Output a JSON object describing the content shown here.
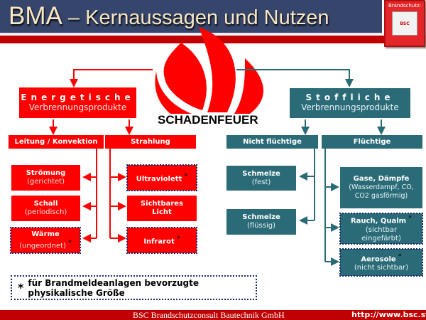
{
  "header": {
    "title_main": "BMA",
    "title_sub": " – Kernaussagen und Nutzen"
  },
  "logo": {
    "label": "Brandschutz:",
    "inner": "BSC",
    "brand_text": "Brandschutz",
    "url": "www.brandschutzconsult.at"
  },
  "center": {
    "label": "SCHADENFEUER"
  },
  "colors": {
    "red": "#ff0000",
    "teal": "#2b6b78",
    "header": "#36456b",
    "footer": "#c00000"
  },
  "energetic": {
    "title": "Energetische",
    "subtitle": "Verbrennungsprodukte",
    "groups": [
      {
        "label": "Leitung / Konvektion",
        "items": [
          {
            "name": "Strömung",
            "note": "(gerichtet)",
            "star": false
          },
          {
            "name": "Schall",
            "note": "(periodisch)",
            "star": false
          },
          {
            "name": "Wärme",
            "note": "(ungeordnet)",
            "star": true
          }
        ]
      },
      {
        "label": "Strahlung",
        "items": [
          {
            "name": "Ultraviolett",
            "note": "",
            "star": true
          },
          {
            "name": "Sichtbares Licht",
            "note": "",
            "star": false
          },
          {
            "name": "Infrarot",
            "note": "",
            "star": true
          }
        ]
      }
    ]
  },
  "material": {
    "title": "Stoffliche",
    "subtitle": "Verbrennungsprodukte",
    "groups": [
      {
        "label": "Nicht flüchtige",
        "items": [
          {
            "name": "Schmelze",
            "note": "(fest)",
            "star": false
          },
          {
            "name": "Schmelze",
            "note": "(flüssig)",
            "star": false
          }
        ]
      },
      {
        "label": "Flüchtige",
        "items": [
          {
            "name": "Gase, Dämpfe",
            "note": "(Wasserdampf, CO, CO2 gasförmig)",
            "star": false
          },
          {
            "name": "Rauch, Qualm",
            "note": "(sichtbar eingefärbt)",
            "star": true
          },
          {
            "name": "Aerosole",
            "note": "(nicht sichtbar)",
            "star": true
          }
        ]
      }
    ]
  },
  "star_symbol": "*",
  "footnote": "für Brandmeldeanlagen bevorzugte physikalische Größe",
  "footer": {
    "company": "BSC Brandschutzconsult Bautechnik GmbH",
    "url": "http://www.bsc.st"
  }
}
